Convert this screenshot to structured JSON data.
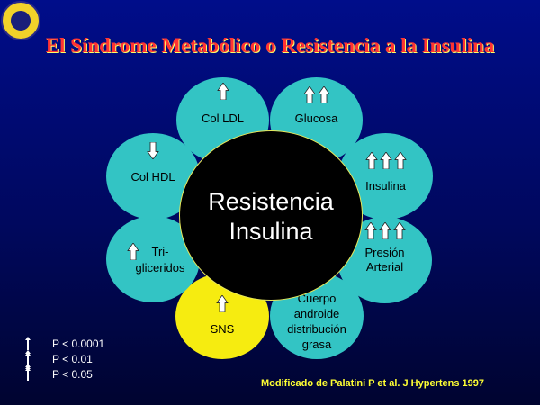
{
  "slide": {
    "title": "El Síndrome Metabólico o Resistencia a la Insulina",
    "center_line1": "Resistencia",
    "center_line2": "Insulina",
    "source": "Modificado de Palatini P et al. J Hypertens 1997"
  },
  "petals": [
    {
      "id": "col-ldl",
      "line1": "Col LDL",
      "line2": "",
      "arrows": 1,
      "direction": "up"
    },
    {
      "id": "glucosa",
      "line1": "Glucosa",
      "line2": "",
      "arrows": 2,
      "direction": "up"
    },
    {
      "id": "insulina",
      "line1": "Insulina",
      "line2": "",
      "arrows": 3,
      "direction": "up"
    },
    {
      "id": "presion-arterial",
      "line1": "Presión",
      "line2": "Arterial",
      "arrows": 3,
      "direction": "up"
    },
    {
      "id": "cuerpo",
      "line1": "Cuerpo",
      "line2": "androide",
      "line3": "distribución",
      "line4": "grasa",
      "arrows": 0,
      "direction": "none"
    },
    {
      "id": "sns",
      "line1": "SNS",
      "line2": "",
      "arrows": 1,
      "direction": "up"
    },
    {
      "id": "trigliceridos",
      "line1": "Tri-",
      "line2": "gliceridos",
      "arrows": 1,
      "direction": "up"
    },
    {
      "id": "col-hdl",
      "line1": "Col HDL",
      "line2": "",
      "arrows": 1,
      "direction": "down"
    }
  ],
  "legend": [
    {
      "arrows": 3,
      "text": "P < 0.0001"
    },
    {
      "arrows": 2,
      "text": "P < 0.01"
    },
    {
      "arrows": 1,
      "text": "P < 0.05"
    }
  ],
  "colors": {
    "petal": "#33c4c4",
    "sns": "#f6ec10",
    "title": "#ff3333",
    "source": "#ffff33",
    "background": "#000d8a"
  }
}
